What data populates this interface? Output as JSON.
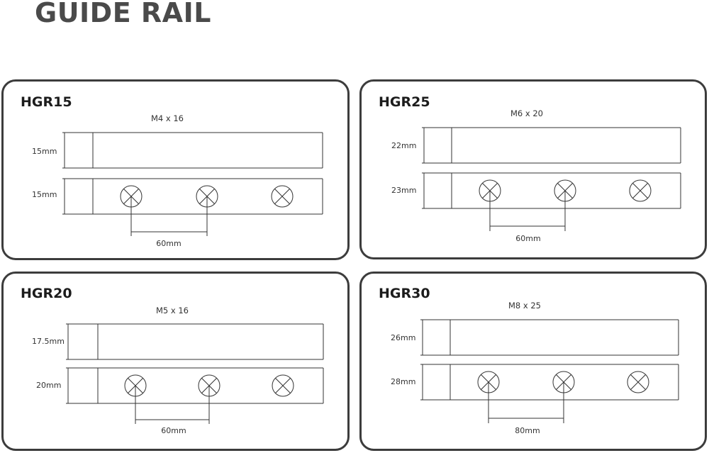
{
  "title": "GUIDE RAIL",
  "panels": [
    {
      "name": "HGR15",
      "screw": "M4 x 16",
      "top_height": "15mm",
      "bottom_height": "15mm",
      "pitch": "60mm"
    },
    {
      "name": "HGR25",
      "screw": "M6 x 20",
      "top_height": "22mm",
      "bottom_height": "23mm",
      "pitch": "60mm"
    },
    {
      "name": "HGR20",
      "screw": "M5 x 16",
      "top_height": "17.5mm",
      "bottom_height": "20mm",
      "pitch": "60mm"
    },
    {
      "name": "HGR30",
      "screw": "M8 x 25",
      "top_height": "26mm",
      "bottom_height": "28mm",
      "pitch": "80mm"
    }
  ]
}
